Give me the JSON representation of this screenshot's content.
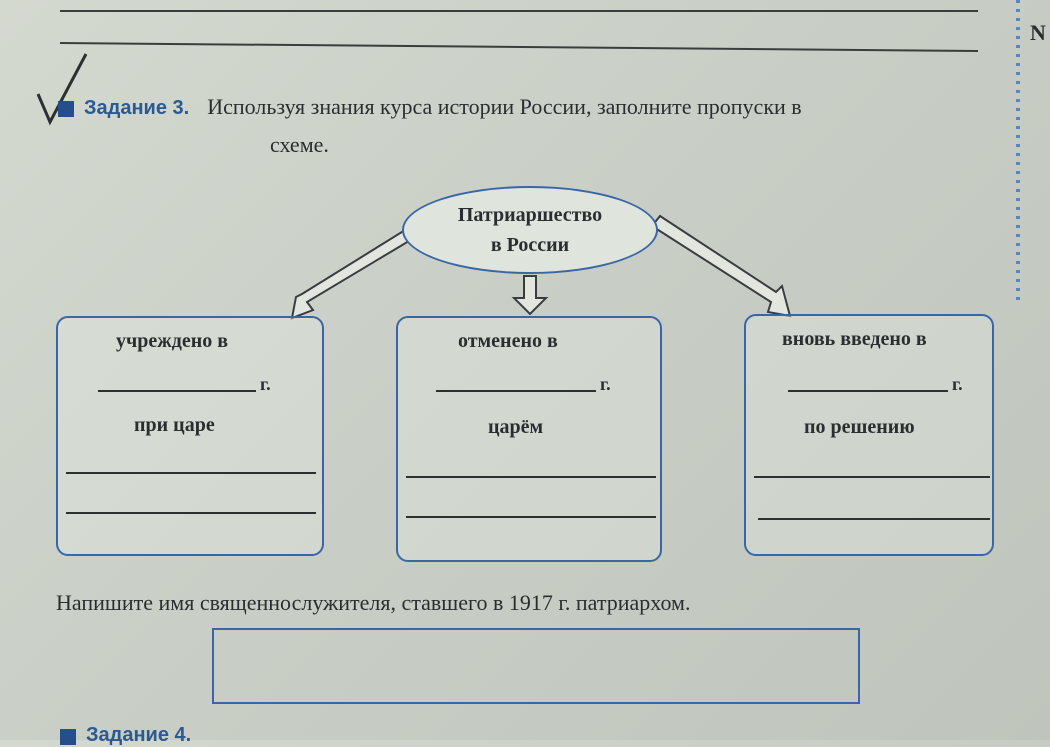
{
  "task": {
    "label": "Задание 3.",
    "text_line1": "Используя знания курса истории России, заполните пропуски в",
    "text_line2": "схеме."
  },
  "diagram": {
    "center": {
      "line1": "Патриаршество",
      "line2": "в России"
    },
    "boxes": [
      {
        "heading": "учреждено в",
        "year_suffix": "г.",
        "subtext": "при царе"
      },
      {
        "heading": "отменено в",
        "year_suffix": "г.",
        "subtext": "царём"
      },
      {
        "heading": "вновь введено в",
        "year_suffix": "г.",
        "subtext": "по решению"
      }
    ]
  },
  "question": "Напишите имя священнослужителя, ставшего в 1917 г. патриархом.",
  "next_task": {
    "label": "Задание 4."
  },
  "side": {
    "mark": "N"
  },
  "colors": {
    "accent": "#3a66a6",
    "task_label": "#2a5a94",
    "text": "#2b2e31",
    "paper": "#cfd4cb"
  }
}
